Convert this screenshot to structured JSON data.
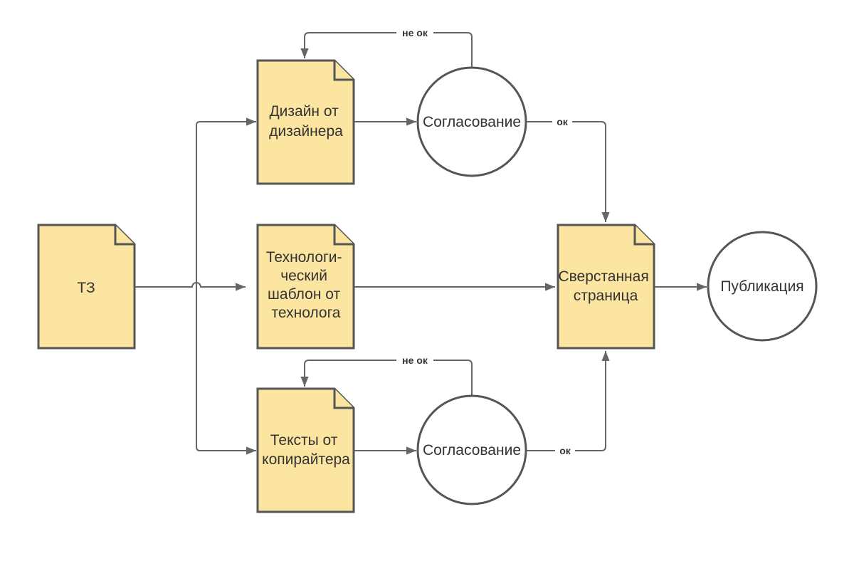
{
  "colors": {
    "document_fill": "#fce5a0",
    "outline": "#555555",
    "connector": "#666666",
    "text": "#333333",
    "background": "#ffffff"
  },
  "nodes": {
    "tz": {
      "shape": "document",
      "lines": [
        "ТЗ"
      ]
    },
    "design": {
      "shape": "document",
      "lines": [
        "Дизайн от",
        "дизайнера"
      ]
    },
    "template": {
      "shape": "document",
      "lines": [
        "Технологи-",
        "ческий",
        "шаблон от",
        "технолога"
      ]
    },
    "texts": {
      "shape": "document",
      "lines": [
        "Тексты от",
        "копирайтера"
      ]
    },
    "approval_design": {
      "shape": "circle",
      "lines": [
        "Согласование"
      ]
    },
    "approval_texts": {
      "shape": "circle",
      "lines": [
        "Согласование"
      ]
    },
    "page": {
      "shape": "document",
      "lines": [
        "Сверстанная",
        "страница"
      ]
    },
    "publication": {
      "shape": "circle",
      "lines": [
        "Публикация"
      ]
    }
  },
  "edges": [
    {
      "from": "tz",
      "to": "design",
      "label": ""
    },
    {
      "from": "tz",
      "to": "template",
      "label": ""
    },
    {
      "from": "tz",
      "to": "texts",
      "label": ""
    },
    {
      "from": "design",
      "to": "approval_design",
      "label": ""
    },
    {
      "from": "approval_design",
      "to": "design",
      "label": "не ок"
    },
    {
      "from": "approval_design",
      "to": "page",
      "label": "ок"
    },
    {
      "from": "template",
      "to": "page",
      "label": ""
    },
    {
      "from": "texts",
      "to": "approval_texts",
      "label": ""
    },
    {
      "from": "approval_texts",
      "to": "texts",
      "label": "не ок"
    },
    {
      "from": "approval_texts",
      "to": "page",
      "label": "ок"
    },
    {
      "from": "page",
      "to": "publication",
      "label": ""
    }
  ]
}
